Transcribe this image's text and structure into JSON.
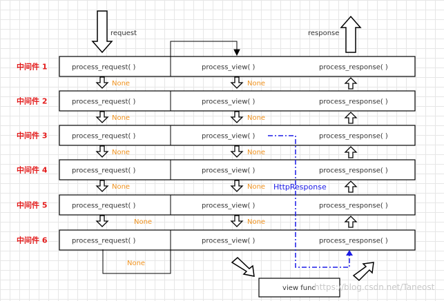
{
  "labels": {
    "request": "request",
    "response": "response",
    "none": "None",
    "http_response": "HttpResponse",
    "view_func": "view func",
    "watermark": "https://blog.csdn.net/Taneost"
  },
  "middlewares": [
    {
      "name": "中间件 1",
      "request": "process_request( )",
      "view": "process_view( )",
      "response": "process_response( )"
    },
    {
      "name": "中间件 2",
      "request": "process_request( )",
      "view": "process_view( )",
      "response": "process_response( )"
    },
    {
      "name": "中间件 3",
      "request": "process_request( )",
      "view": "process_view( )",
      "response": "process_response( )"
    },
    {
      "name": "中间件 4",
      "request": "process_request( )",
      "view": "process_view( )",
      "response": "process_response( )"
    },
    {
      "name": "中间件 5",
      "request": "process_request( )",
      "view": "process_view( )",
      "response": "process_response( )"
    },
    {
      "name": "中间件 6",
      "request": "process_request( )",
      "view": "process_view( )",
      "response": "process_response( )"
    }
  ],
  "colors": {
    "middleware_label": "#e31b1b",
    "none_label": "#f0921e",
    "http_response": "#1a1ae6",
    "line": "#000000"
  }
}
